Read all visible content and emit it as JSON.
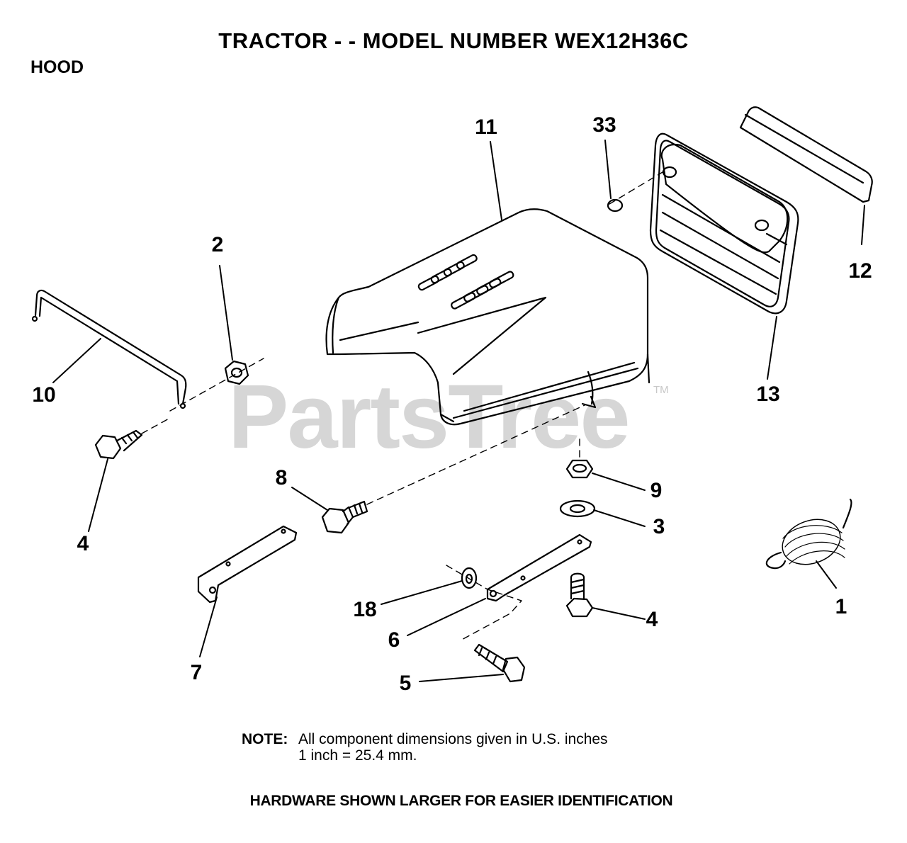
{
  "header": {
    "title": "TRACTOR - - MODEL NUMBER WEX12H36C",
    "section": "HOOD"
  },
  "callouts": {
    "c1": "1",
    "c2": "2",
    "c3": "3",
    "c4a": "4",
    "c4b": "4",
    "c5": "5",
    "c6": "6",
    "c7": "7",
    "c8": "8",
    "c9": "9",
    "c10": "10",
    "c11": "11",
    "c12": "12",
    "c13": "13",
    "c18": "18",
    "c33": "33"
  },
  "watermark": {
    "text": "PartsTree",
    "mark": "TM"
  },
  "note": {
    "label": "NOTE:",
    "line1": "All component dimensions given in U.S. inches",
    "line2": "1 inch = 25.4 mm."
  },
  "footer": {
    "text": "HARDWARE SHOWN LARGER FOR EASIER IDENTIFICATION"
  }
}
